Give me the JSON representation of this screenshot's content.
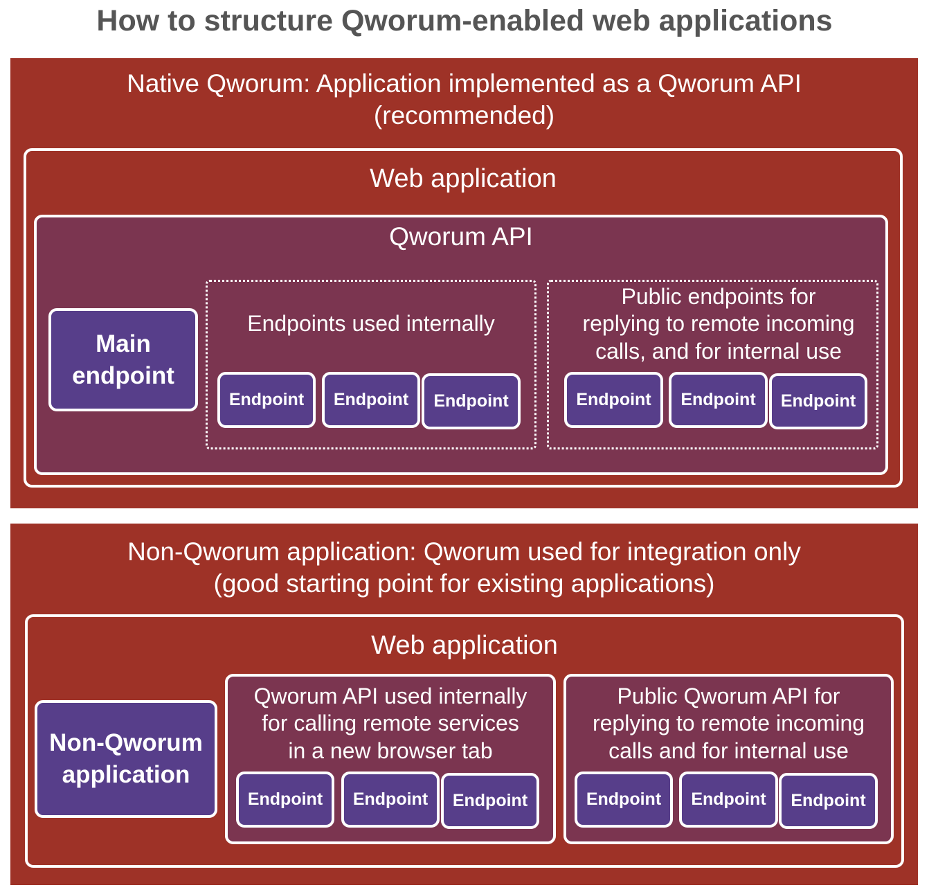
{
  "title": "How to structure Qworum-enabled web applications",
  "native": {
    "heading_line1": "Native Qworum: Application implemented as a Qworum API",
    "heading_line2": "(recommended)",
    "webapp_label": "Web application",
    "api_label": "Qworum API",
    "main_endpoint_line1": "Main",
    "main_endpoint_line2": "endpoint",
    "internal_group_label": "Endpoints used internally",
    "public_group_line1": "Public endpoints for",
    "public_group_line2": "replying to remote incoming",
    "public_group_line3": "calls, and for internal use",
    "internal_endpoints": [
      "Endpoint",
      "Endpoint",
      "Endpoint"
    ],
    "public_endpoints": [
      "Endpoint",
      "Endpoint",
      "Endpoint"
    ]
  },
  "non_qworum": {
    "heading_line1": "Non-Qworum application: Qworum used for integration only",
    "heading_line2": "(good starting point for existing applications)",
    "webapp_label": "Web application",
    "app_box_line1": "Non-Qworum",
    "app_box_line2": "application",
    "internal_api_line1": "Qworum API used internally",
    "internal_api_line2": "for calling remote services",
    "internal_api_line3": "in a new browser tab",
    "public_api_line1": "Public Qworum API for",
    "public_api_line2": "replying to remote incoming",
    "public_api_line3": "calls and for internal use",
    "internal_endpoints": [
      "Endpoint",
      "Endpoint",
      "Endpoint"
    ],
    "public_endpoints": [
      "Endpoint",
      "Endpoint",
      "Endpoint"
    ]
  },
  "colors": {
    "section_background": "#9e3227",
    "api_background": "#7b3550",
    "endpoint_background": "#573e8a",
    "title_text": "#555555",
    "border": "#ffffff"
  }
}
